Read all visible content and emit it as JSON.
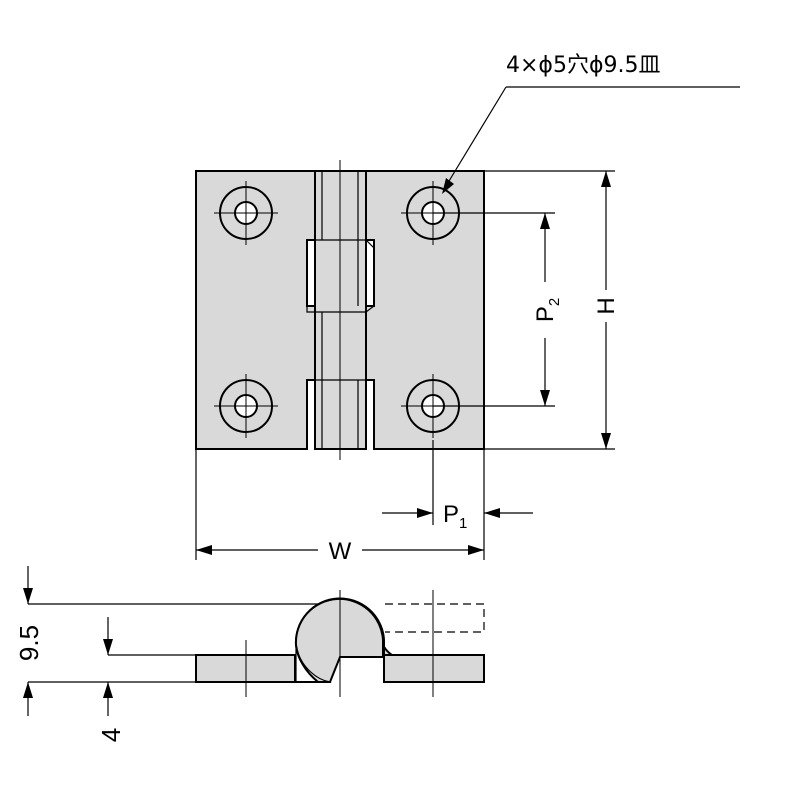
{
  "callout": {
    "hole_spec": "4×ϕ5穴ϕ9.5皿"
  },
  "dimensions": {
    "height": "H",
    "width": "W",
    "pitch_vertical_letter": "P",
    "pitch_vertical_sub": "2",
    "pitch_horizontal_letter": "P",
    "pitch_horizontal_sub": "1",
    "thickness_total": "9.5",
    "thickness_leaf": "4"
  },
  "colors": {
    "leaf_fill": "#d9d9d9",
    "line": "#000000",
    "background": "#ffffff"
  }
}
